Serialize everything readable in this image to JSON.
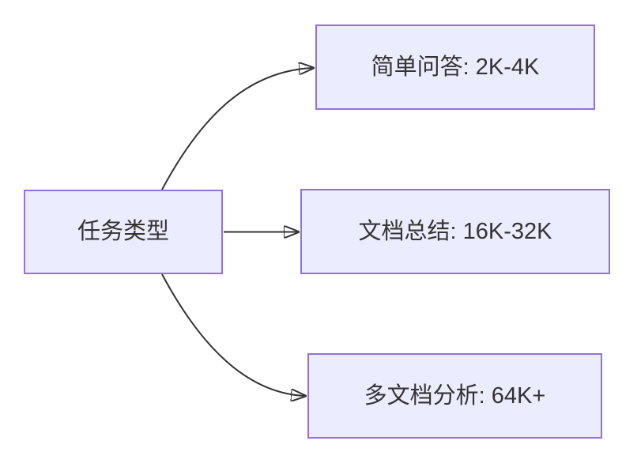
{
  "diagram": {
    "type": "flowchart-left-to-right",
    "root": {
      "label": "任务类型"
    },
    "branches": [
      {
        "label": "简单问答: 2K-4K"
      },
      {
        "label": "文档总结: 16K-32K"
      },
      {
        "label": "多文档分析: 64K+"
      }
    ],
    "edges": [
      {
        "from": "任务类型",
        "to": "简单问答: 2K-4K"
      },
      {
        "from": "任务类型",
        "to": "文档总结: 16K-32K"
      },
      {
        "from": "任务类型",
        "to": "多文档分析: 64K+"
      }
    ]
  },
  "colors": {
    "node_fill": "#ECECFF",
    "node_border": "#9370DB",
    "edge": "#333333",
    "text": "#333333",
    "background": "#FFFFFF"
  }
}
